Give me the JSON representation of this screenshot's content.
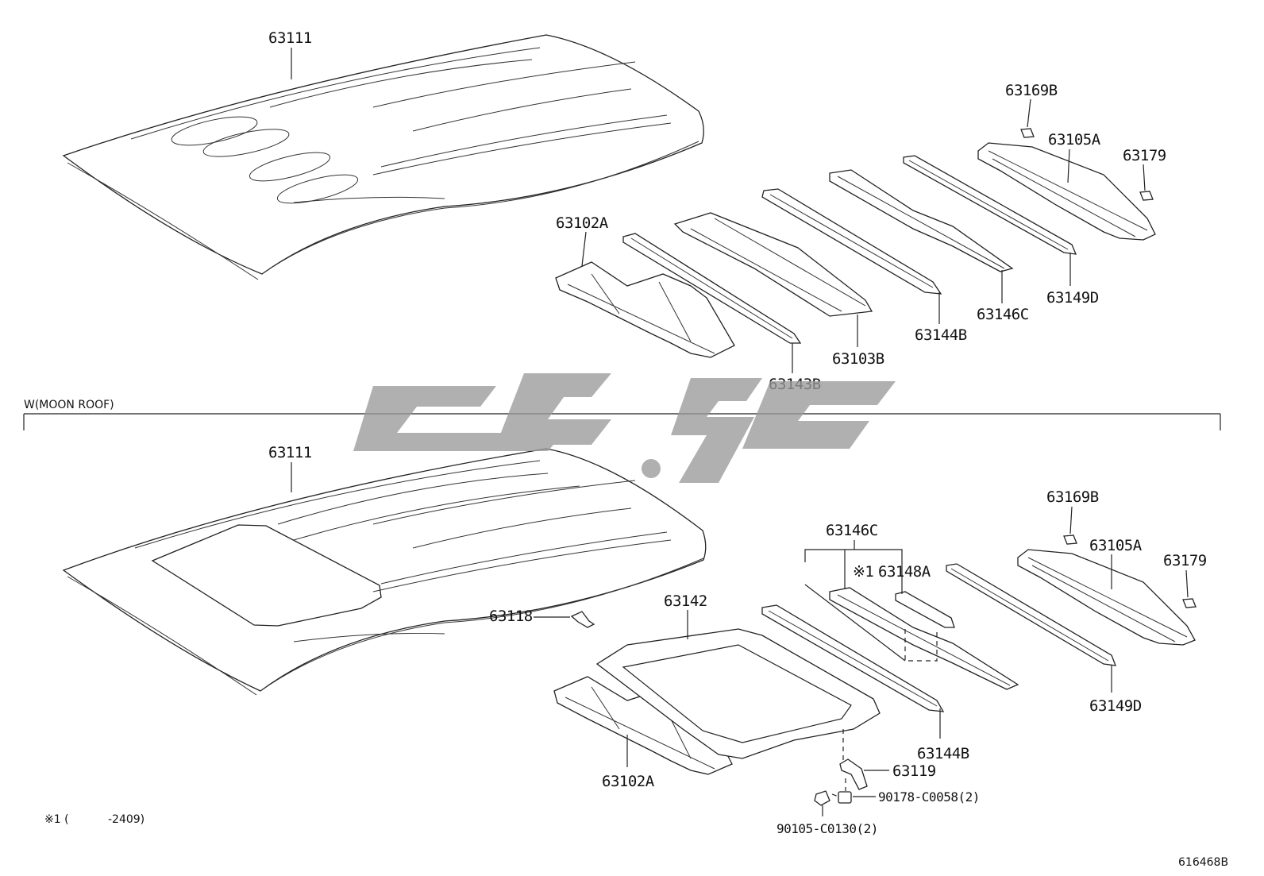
{
  "watermark": {
    "color": "#9a9a9a"
  },
  "section": {
    "moon_roof_label": "W(MOON ROOF)"
  },
  "footnote": {
    "marker": "※1 (",
    "range": "-2409)"
  },
  "diagram_code": "616468B",
  "upper_labels": {
    "roof_panel": "63111",
    "rear_bow": "63169B",
    "header_rear": "63105A",
    "clip": "63179",
    "front_header": "63102A",
    "bow_1": "63143B",
    "bow_2": "63103B",
    "bow_3": "63144B",
    "bow_4": "63146C",
    "bow_5": "63149D"
  },
  "lower_labels": {
    "roof_panel": "63111",
    "rear_bow": "63169B",
    "header_rear": "63105A",
    "clip": "63179",
    "bow_group": "63146C",
    "note_marker": "※1",
    "bow_sub": "63148A",
    "bracket": "63118",
    "sunroof_frame": "63142",
    "bow_3": "63144B",
    "bow_5": "63149D",
    "bracket_2": "63119",
    "nut": "90178-C0058(2)",
    "bolt": "90105-C0130(2)",
    "front_header": "63102A"
  }
}
